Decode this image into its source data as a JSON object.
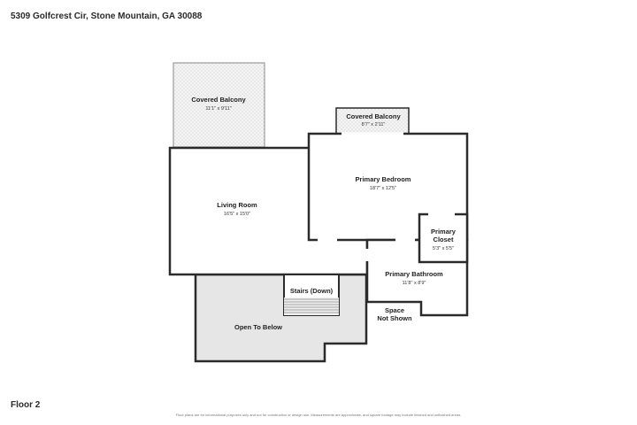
{
  "header": {
    "address": "5309 Golfcrest Cir, Stone Mountain, GA 30088"
  },
  "footer": {
    "floor": "Floor 2",
    "disclaimer": "Floor plans are for informational purposes only and not for construction or design use. Measurements are approximate, and square footage may include finished and unfinished areas."
  },
  "rooms": {
    "covered_balcony_left": {
      "name": "Covered Balcony",
      "dims": "11'1\" x 9'11\""
    },
    "covered_balcony_right": {
      "name": "Covered Balcony",
      "dims": "8'7\" x 2'11\""
    },
    "living_room": {
      "name": "Living Room",
      "dims": "16'5\" x 15'0\""
    },
    "primary_bedroom": {
      "name": "Primary Bedroom",
      "dims": "18'7\" x 12'5\""
    },
    "primary_closet": {
      "name_line1": "Primary",
      "name_line2": "Closet",
      "dims": "5'3\" x 5'5\""
    },
    "primary_bathroom": {
      "name": "Primary Bathroom",
      "dims": "11'8\" x 8'9\""
    },
    "stairs": {
      "name": "Stairs (Down)"
    },
    "open_to_below": {
      "name": "Open To Below"
    },
    "space_not_shown": {
      "name_line1": "Space",
      "name_line2": "Not Shown"
    }
  },
  "colors": {
    "wall": "#2b2b2b",
    "room_fill": "#ffffff",
    "open_below_fill": "#e6e6e6",
    "balcony_fill": "#f4f4f4",
    "stair_fill": "#f0f0f0"
  }
}
